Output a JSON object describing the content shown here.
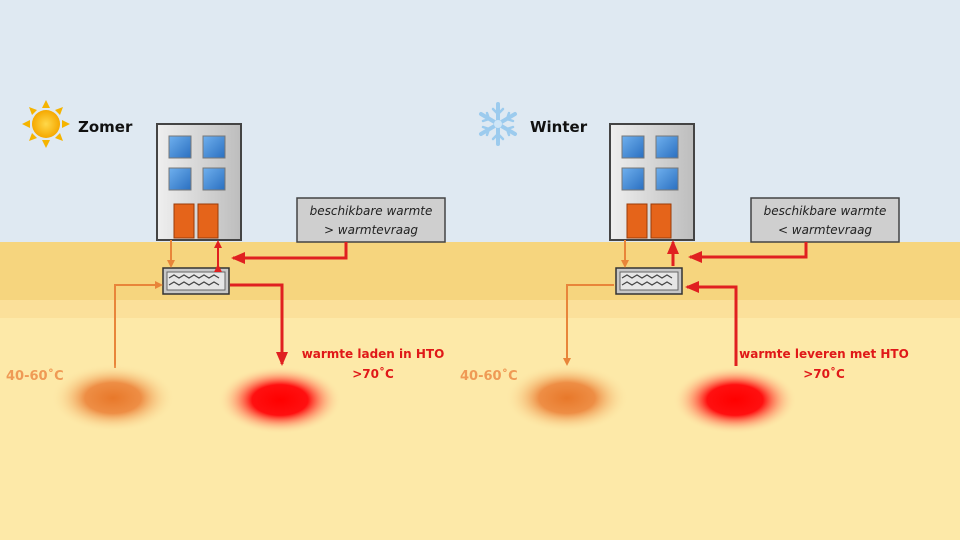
{
  "colors": {
    "sky": "#dfe9f2",
    "ground_band": "#f6d57e",
    "ground_mid": "#fbe09a",
    "ground_deep": "#fde9a8",
    "warm_arrow": "#e8853a",
    "hot_arrow": "#e02020",
    "building": "#d9d9d9",
    "window": "#3a86d6",
    "door": "#e5641a",
    "warm_blob": "#e88a3a",
    "hot_blob": "#ff0000",
    "hot_text": "#e01818",
    "warm_text": "#ef9a55"
  },
  "summer": {
    "season_label": "Zomer",
    "season_icon": "sun-icon",
    "note_line1": "beschikbare warmte",
    "note_line2": "> warmtevraag",
    "warm_temp": "40-60˚C",
    "hot_label": "warmte laden in HTO",
    "hot_temp": ">70˚C"
  },
  "winter": {
    "season_label": "Winter",
    "season_icon": "snowflake-icon",
    "note_line1": "beschikbare warmte",
    "note_line2": "< warmtevraag",
    "warm_temp": "40-60˚C",
    "hot_label": "warmte leveren met HTO",
    "hot_temp": ">70˚C"
  }
}
